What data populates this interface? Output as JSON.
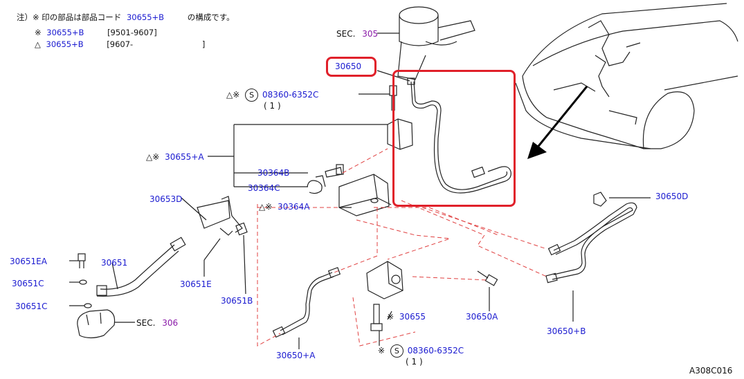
{
  "header_note": {
    "line1_prefix": "注）※ 印の部品は部品コード",
    "line1_code": "30655+B",
    "line1_suffix": "の構成です。",
    "line2_mark": "※",
    "line2_code": "30655+B",
    "line2_range": "[9501-9607]",
    "line3_mark": "△",
    "line3_code": "30655+B",
    "line3_range": "[9607-",
    "line3_close": "]"
  },
  "callouts": {
    "sec305_prefix": "SEC.",
    "sec305_num": "305",
    "p30650": "30650",
    "bolt_top_marks": "△※",
    "bolt_top_s": "S",
    "bolt_top_code": "08360-6352C",
    "bolt_top_qty": "( 1 )",
    "p30655A_marks": "△※",
    "p30655A": "30655+A",
    "p30364B": "30364B",
    "p30364C": "30364C",
    "p30653D": "30653D",
    "p30364A_marks": "△※",
    "p30364A": "30364A",
    "p30651EA": "30651EA",
    "p30651": "30651",
    "p30651C_1": "30651C",
    "p30651C_2": "30651C",
    "p30651E": "30651E",
    "p30651B": "30651B",
    "sec306_prefix": "SEC.",
    "sec306_num": "306",
    "p30650D": "30650D",
    "p30655_mark": "※",
    "p30655": "30655",
    "p30650A": "30650A",
    "p30650B": "30650+B",
    "p30650Aplus": "30650+A",
    "bolt_bot_mark": "※",
    "bolt_bot_s": "S",
    "bolt_bot_code": "08360-6352C",
    "bolt_bot_qty": "( 1 )"
  },
  "figure_id": "A308C016",
  "colors": {
    "part_blue": "#1a1ad0",
    "sec_purple": "#8a1aa8",
    "highlight_red": "#e0202a",
    "dash_red": "#e04040"
  }
}
